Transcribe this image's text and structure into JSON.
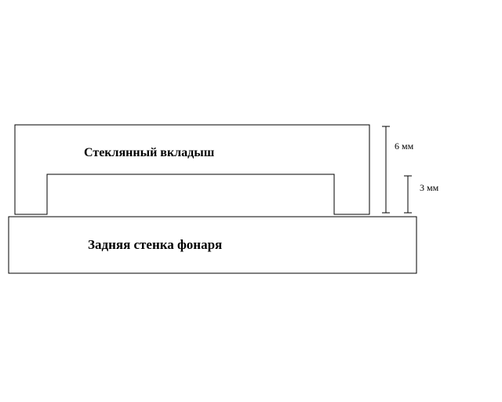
{
  "diagram": {
    "insert": {
      "label": "Стеклянный вкладыш"
    },
    "back_wall": {
      "label": "Задняя стенка фонаря"
    },
    "dimensions": {
      "total_height": "6 мм",
      "channel_height": "3 мм"
    },
    "colors": {
      "stroke": "#000000",
      "background": "#ffffff"
    }
  }
}
